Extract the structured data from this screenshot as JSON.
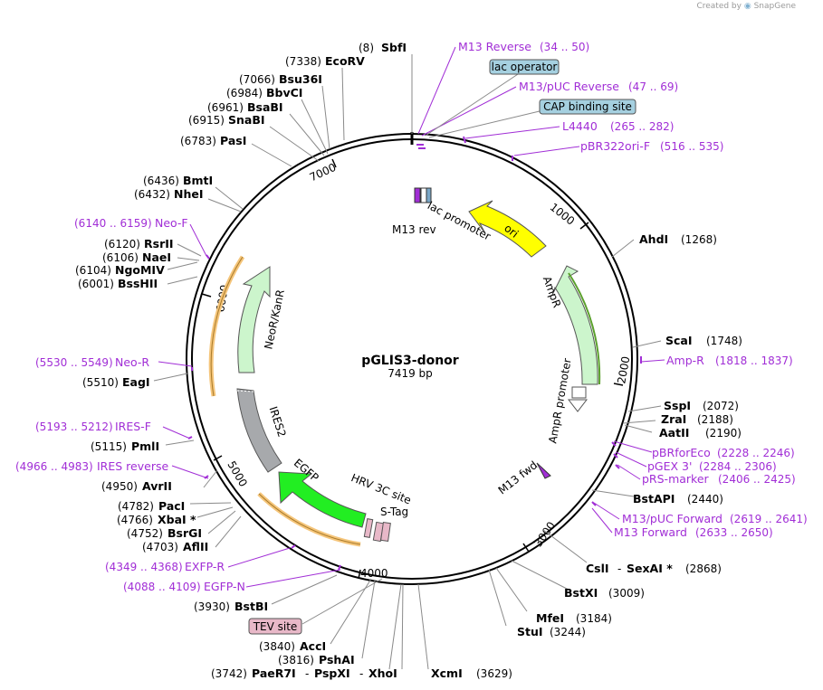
{
  "credit": {
    "prefix": "Created by",
    "brand": "SnapGene"
  },
  "plasmid": {
    "name": "pGLIS3-donor",
    "size": "7419 bp"
  },
  "colors": {
    "primer": "#a12ed6",
    "feature_ori": "#ffff00",
    "feature_ampr": "#ccf5cc",
    "feature_egfp": "#22ee22",
    "feature_ires": "#a7a9ac",
    "feature_primerbind": "#f5c57a",
    "box_blue": "#a5d0e0",
    "box_pink": "#e8b8c8"
  },
  "ticks": [
    "1000",
    "2000",
    "3000",
    "4000",
    "5000",
    "6000",
    "7000"
  ],
  "features": {
    "ori": "ori",
    "ampr": "AmpR",
    "ampr_promoter": "AmpR promoter",
    "lac_promoter": "lac promoter",
    "m13_rev": "M13 rev",
    "m13_fwd": "M13 fwd",
    "egfp": "EGFP",
    "ires2": "IRES2",
    "neor": "NeoR/KanR",
    "hrv": "HRV 3C site",
    "stag": "S-Tag"
  },
  "boxes": {
    "lac_operator": "lac operator",
    "cap_site": "CAP binding site",
    "tev_site": "TEV site"
  },
  "sites": [
    {
      "id": "sbfi",
      "name": "SbfI",
      "pos": "(8)"
    },
    {
      "id": "ecorv",
      "name": "EcoRV",
      "pos": "(7338)"
    },
    {
      "id": "bsu36i",
      "name": "Bsu36I",
      "pos": "(7066)"
    },
    {
      "id": "bbvci",
      "name": "BbvCI",
      "pos": "(6984)"
    },
    {
      "id": "bsabi",
      "name": "BsaBI",
      "pos": "(6961)"
    },
    {
      "id": "snabi",
      "name": "SnaBI",
      "pos": "(6915)"
    },
    {
      "id": "pasi",
      "name": "PasI",
      "pos": "(6783)"
    },
    {
      "id": "bmti",
      "name": "BmtI",
      "pos": "(6436)"
    },
    {
      "id": "nhei",
      "name": "NheI",
      "pos": "(6432)"
    },
    {
      "id": "rsrii",
      "name": "RsrII",
      "pos": "(6120)"
    },
    {
      "id": "naei",
      "name": "NaeI",
      "pos": "(6106)"
    },
    {
      "id": "ngomiv",
      "name": "NgoMIV",
      "pos": "(6104)"
    },
    {
      "id": "bsshii",
      "name": "BssHII",
      "pos": "(6001)"
    },
    {
      "id": "eagi",
      "name": "EagI",
      "pos": "(5510)"
    },
    {
      "id": "pmli",
      "name": "PmlI",
      "pos": "(5115)"
    },
    {
      "id": "avrii",
      "name": "AvrII",
      "pos": "(4950)"
    },
    {
      "id": "paci",
      "name": "PacI",
      "pos": "(4782)"
    },
    {
      "id": "xbai",
      "name": "XbaI *",
      "pos": "(4766)"
    },
    {
      "id": "bsrgi",
      "name": "BsrGI",
      "pos": "(4752)"
    },
    {
      "id": "aflii",
      "name": "AflII",
      "pos": "(4703)"
    },
    {
      "id": "bstbi",
      "name": "BstBI",
      "pos": "(3930)"
    },
    {
      "id": "acci",
      "name": "AccI",
      "pos": "(3840)"
    },
    {
      "id": "pshai",
      "name": "PshAI",
      "pos": "(3816)"
    },
    {
      "id": "paer7i",
      "name": "PaeR7I",
      "pos": "(3742)"
    },
    {
      "id": "pspxi",
      "name": "PspXI"
    },
    {
      "id": "xhoi",
      "name": "XhoI"
    },
    {
      "id": "xcmi",
      "name": "XcmI",
      "pos": "(3629)"
    },
    {
      "id": "stui",
      "name": "StuI",
      "pos": "(3244)"
    },
    {
      "id": "mfei",
      "name": "MfeI",
      "pos": "(3184)"
    },
    {
      "id": "bstxi",
      "name": "BstXI",
      "pos": "(3009)"
    },
    {
      "id": "csli",
      "name": "CslI"
    },
    {
      "id": "sexai",
      "name": "SexAI *",
      "pos": "(2868)"
    },
    {
      "id": "bstapi",
      "name": "BstAPI",
      "pos": "(2440)"
    },
    {
      "id": "aatii",
      "name": "AatII",
      "pos": "(2190)"
    },
    {
      "id": "zrai",
      "name": "ZraI",
      "pos": "(2188)"
    },
    {
      "id": "sspi",
      "name": "SspI",
      "pos": "(2072)"
    },
    {
      "id": "scai",
      "name": "ScaI",
      "pos": "(1748)"
    },
    {
      "id": "ahdi",
      "name": "AhdI",
      "pos": "(1268)"
    }
  ],
  "primers": [
    {
      "id": "m13rev",
      "name": "M13 Reverse",
      "range": "(34 .. 50)"
    },
    {
      "id": "m13puc_rev",
      "name": "M13/pUC Reverse",
      "range": "(47 .. 69)"
    },
    {
      "id": "l4440",
      "name": "L4440",
      "range": "(265 .. 282)"
    },
    {
      "id": "pbr322",
      "name": "pBR322ori-F",
      "range": "(516 .. 535)"
    },
    {
      "id": "ampr_p",
      "name": "Amp-R",
      "range": "(1818 .. 1837)"
    },
    {
      "id": "pbrforeco",
      "name": "pBRforEco",
      "range": "(2228 .. 2246)"
    },
    {
      "id": "pgex3",
      "name": "pGEX 3'",
      "range": "(2284 .. 2306)"
    },
    {
      "id": "prsmarker",
      "name": "pRS-marker",
      "range": "(2406 .. 2425)"
    },
    {
      "id": "m13puc_fwd",
      "name": "M13/pUC Forward",
      "range": "(2619 .. 2641)"
    },
    {
      "id": "m13fwd",
      "name": "M13 Forward",
      "range": "(2633 .. 2650)"
    },
    {
      "id": "exfpr",
      "name": "EXFP-R",
      "range": "(4349 .. 4368)"
    },
    {
      "id": "egfpn",
      "name": "EGFP-N",
      "range": "(4088 .. 4109)"
    },
    {
      "id": "iresrev",
      "name": "IRES reverse",
      "range": "(4966 .. 4983)"
    },
    {
      "id": "iresf",
      "name": "IRES-F",
      "range": "(5193 .. 5212)"
    },
    {
      "id": "neor_p",
      "name": "Neo-R",
      "range": "(5530 .. 5549)"
    },
    {
      "id": "neof",
      "name": "Neo-F",
      "range": "(6140 .. 6159)"
    }
  ]
}
